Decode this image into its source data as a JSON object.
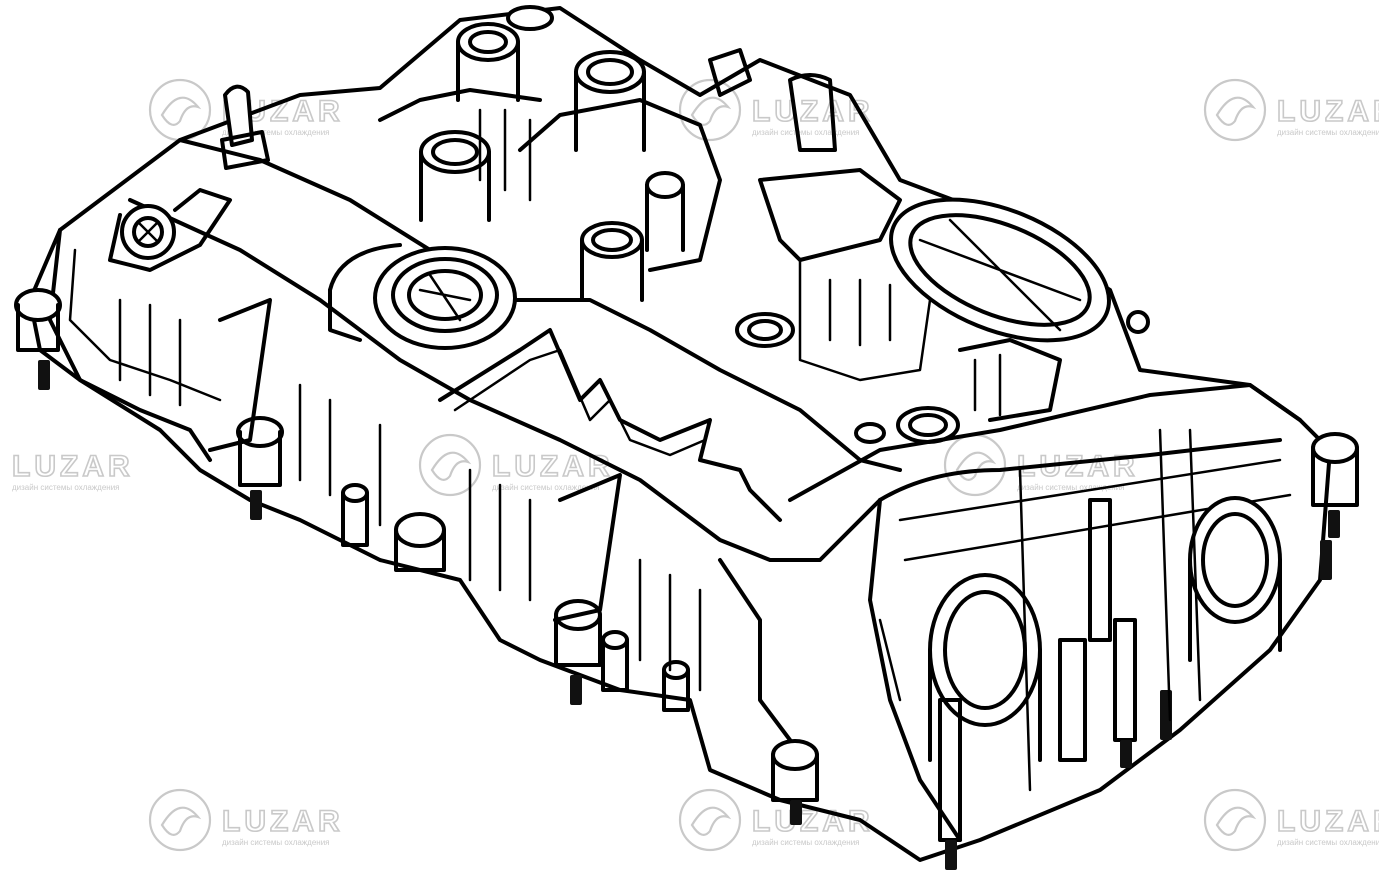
{
  "watermark": {
    "brand": "LUZAR",
    "tagline": "дизайн системы охлаждения",
    "color": "#c9c9c9"
  },
  "drawing": {
    "subject": "engine-valve-cover",
    "line_color": "#000000",
    "background": "#ffffff"
  }
}
